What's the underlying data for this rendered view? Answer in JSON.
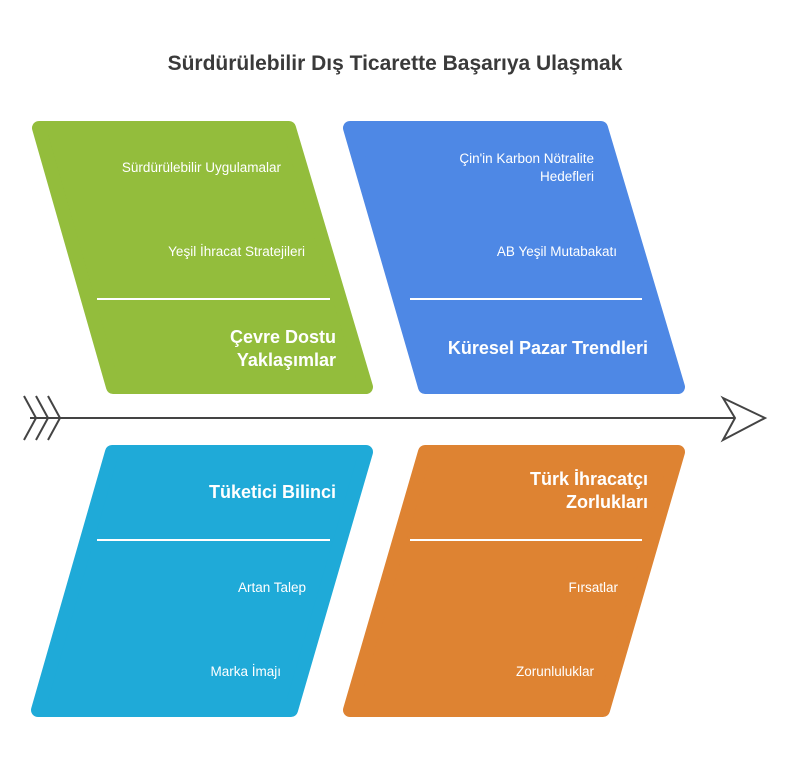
{
  "title": "Sürdürülebilir Dış Ticarette Başarıya Ulaşmak",
  "colors": {
    "green": "#93BD3C",
    "blue": "#4E88E5",
    "cyan": "#1FAAD8",
    "orange": "#DE8332",
    "spine": "#444444"
  },
  "categories": [
    {
      "name": "Çevre Dostu Yaklaşımlar",
      "items": [
        "Sürdürülebilir Uygulamalar",
        "Yeşil İhracat Stratejileri"
      ]
    },
    {
      "name": "Küresel Pazar Trendleri",
      "items": [
        "Çin'in Karbon Nötralite Hedefleri",
        "AB Yeşil Mutabakatı"
      ]
    },
    {
      "name": "Tüketici Bilinci",
      "items": [
        "Artan Talep",
        "Marka İmajı"
      ]
    },
    {
      "name": "Türk İhracatçı Zorlukları",
      "items": [
        "Fırsatlar",
        "Zorunluluklar"
      ]
    }
  ]
}
